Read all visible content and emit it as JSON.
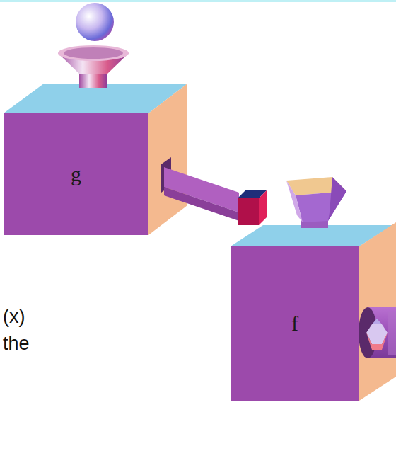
{
  "diagram": {
    "nodes": [
      {
        "text": [
          "g"
        ]
      },
      {
        "text": [
          "f"
        ]
      }
    ],
    "labels": [
      "(x)",
      "the"
    ]
  }
}
